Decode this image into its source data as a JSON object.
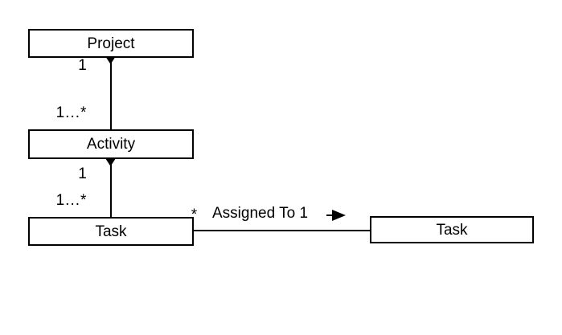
{
  "diagram": {
    "type": "uml-class-diagram",
    "colors": {
      "background": "#ffffff",
      "stroke": "#000000",
      "text": "#000000"
    },
    "classes": [
      {
        "id": "project",
        "name": "Project"
      },
      {
        "id": "activity",
        "name": "Activity"
      },
      {
        "id": "task-left",
        "name": "Task"
      },
      {
        "id": "task-right",
        "name": "Task"
      }
    ],
    "relationships": [
      {
        "kind": "composition",
        "whole": "Project",
        "part": "Activity",
        "diamond": "filled",
        "whole_multiplicity": "1",
        "part_multiplicity": "1...*"
      },
      {
        "kind": "composition",
        "whole": "Activity",
        "part": "Task",
        "diamond": "filled",
        "whole_multiplicity": "1",
        "part_multiplicity": "1...*"
      },
      {
        "kind": "directed-association",
        "from": "Task",
        "to": "Task",
        "name": "Assigned To 1",
        "from_multiplicity": "*",
        "reading_direction": "right"
      }
    ]
  }
}
